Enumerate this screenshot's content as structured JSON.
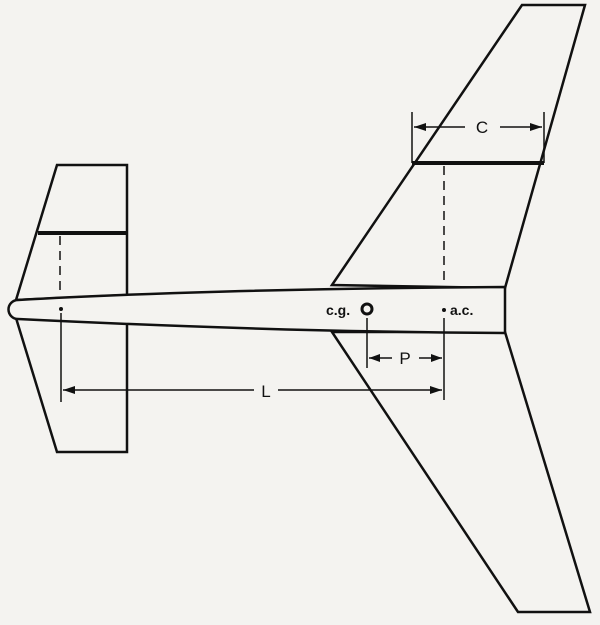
{
  "diagram": {
    "labels": {
      "chord": "C",
      "cg": "c.g.",
      "ac": "a.c.",
      "p": "P",
      "l": "L"
    }
  },
  "colors": {
    "ink": "#111111",
    "paper": "#f4f3f0"
  }
}
